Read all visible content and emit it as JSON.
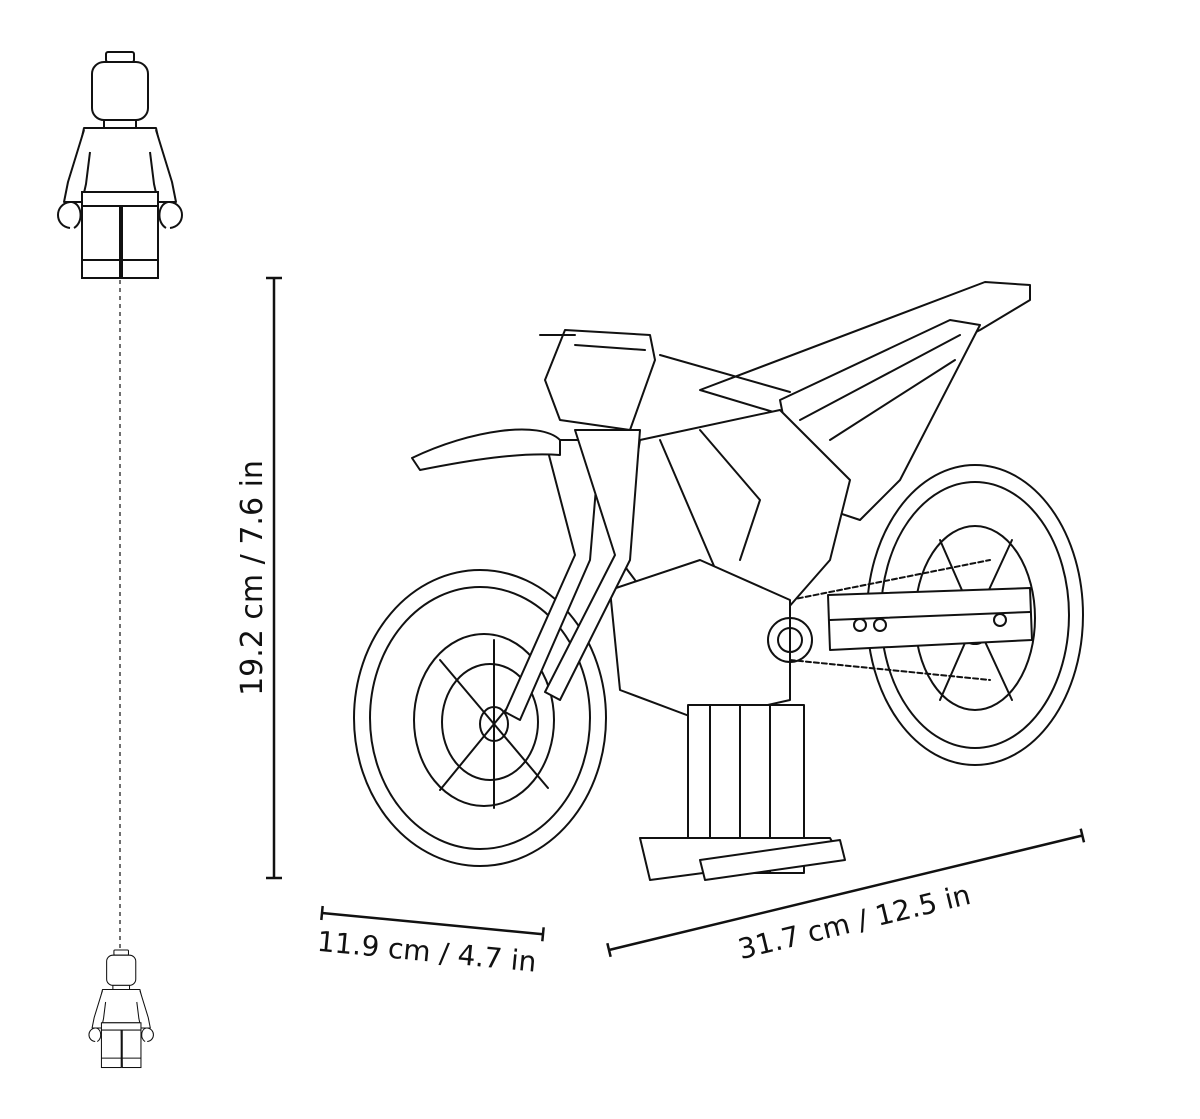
{
  "dimensions": {
    "height_label": "19.2 cm / 7.6 in",
    "depth_label": "11.9 cm / 4.7 in",
    "length_label": "31.7 cm / 12.5 in"
  },
  "figures": {
    "large_minifigure": "minifigure-outline",
    "small_minifigure": "minifigure-outline",
    "model": "motorcycle-model-outline"
  },
  "colors": {
    "ink": "#111111",
    "background": "#ffffff"
  }
}
